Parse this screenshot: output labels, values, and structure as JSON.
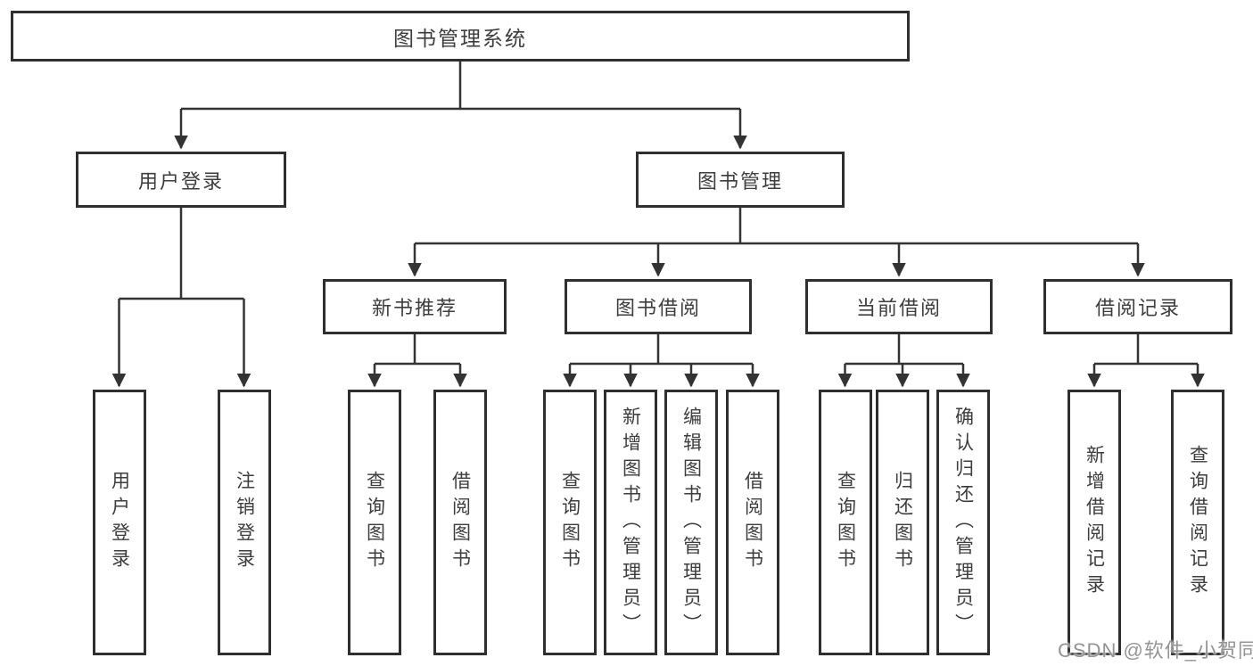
{
  "diagram": {
    "title": "图书管理系统",
    "type": "hierarchy-tree",
    "colors": {
      "line": "#333333",
      "box_border": "#2f2f2f",
      "box_fill": "#ffffff",
      "text": "#3d3d3d",
      "watermark": "#949494",
      "background": "#ffffff"
    },
    "tree": {
      "root": "图书管理系统",
      "branches": [
        {
          "label": "用户登录",
          "children": [
            "用户登录",
            "注销登录"
          ]
        },
        {
          "label": "图书管理",
          "sections": [
            {
              "label": "新书推荐",
              "children": [
                "查询图书",
                "借阅图书"
              ]
            },
            {
              "label": "图书借阅",
              "children": [
                "查询图书",
                "新增图书（管理员）",
                "编辑图书（管理员）",
                "借阅图书"
              ]
            },
            {
              "label": "当前借阅",
              "children": [
                "查询图书",
                "归还图书",
                "确认归还（管理员）"
              ]
            },
            {
              "label": "借阅记录",
              "children": [
                "新增借阅记录",
                "查询借阅记录"
              ]
            }
          ]
        }
      ]
    },
    "watermark": "CSDN @软件_小贺同学"
  }
}
